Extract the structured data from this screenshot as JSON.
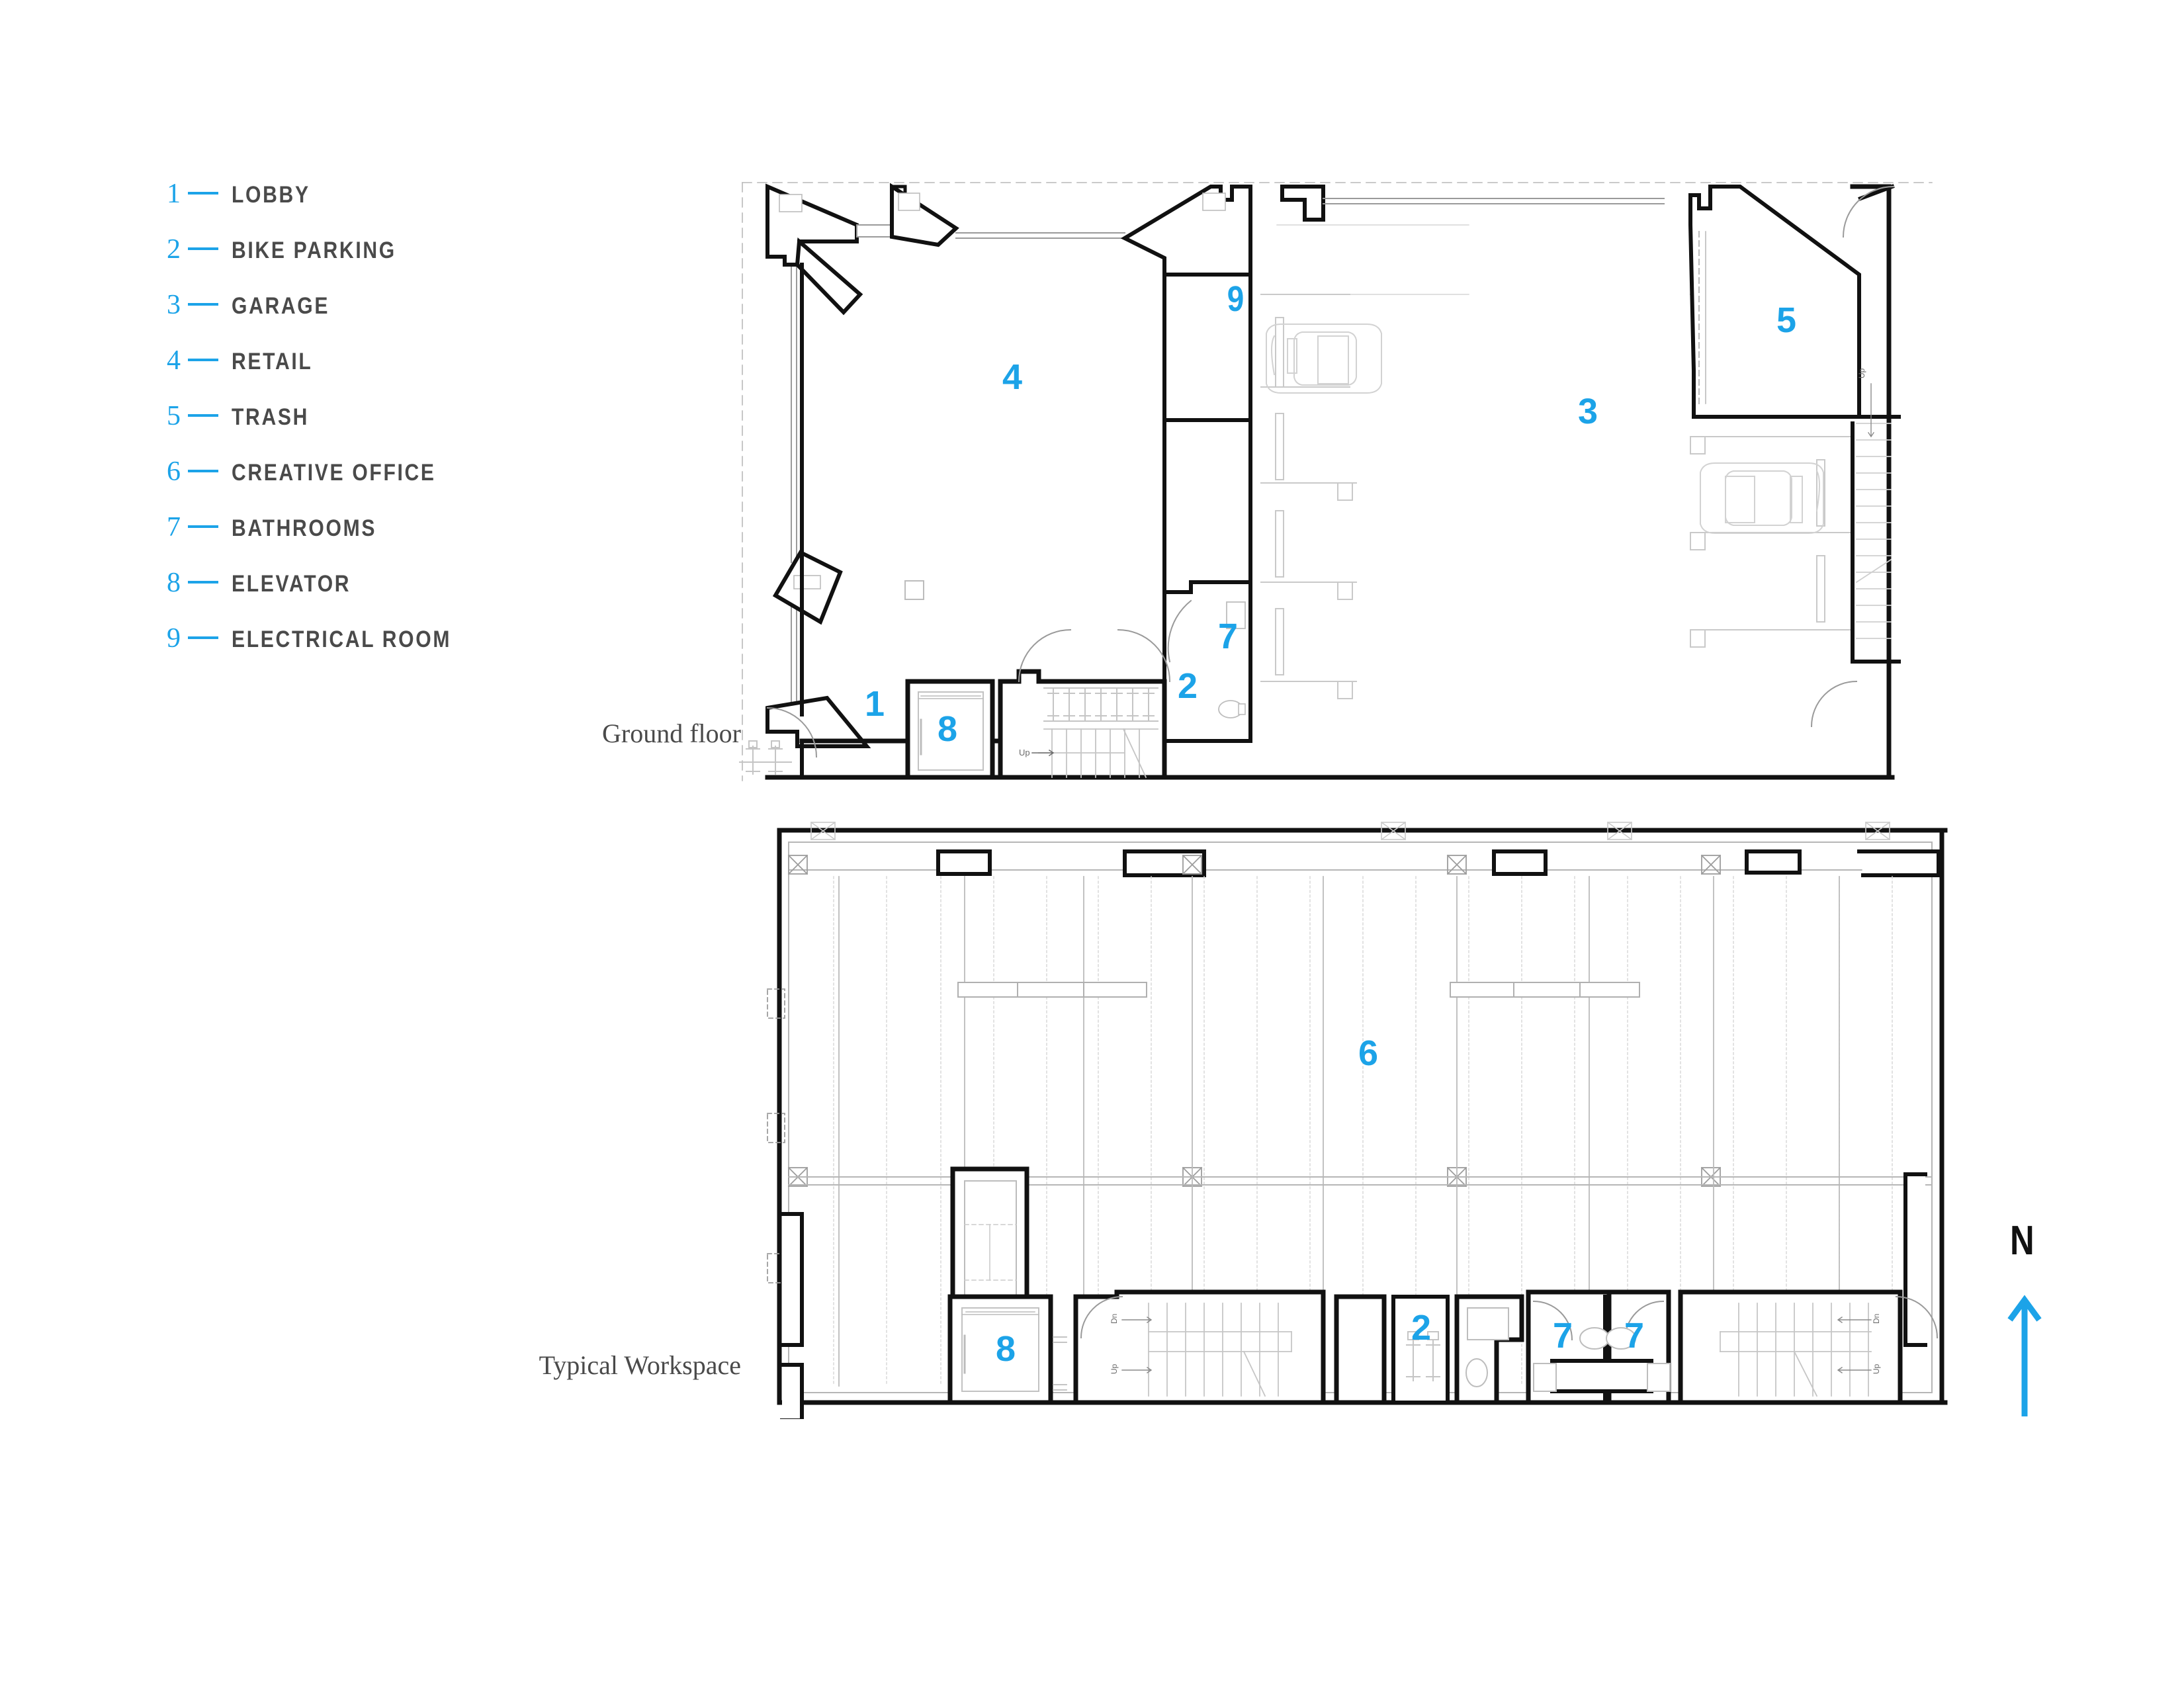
{
  "legend": {
    "items": [
      {
        "num": "1",
        "label": "LOBBY"
      },
      {
        "num": "2",
        "label": "BIKE PARKING"
      },
      {
        "num": "3",
        "label": "GARAGE"
      },
      {
        "num": "4",
        "label": "RETAIL"
      },
      {
        "num": "5",
        "label": "TRASH"
      },
      {
        "num": "6",
        "label": "CREATIVE OFFICE"
      },
      {
        "num": "7",
        "label": "BATHROOMS"
      },
      {
        "num": "8",
        "label": "ELEVATOR"
      },
      {
        "num": "9",
        "label": "ELECTRICAL ROOM"
      }
    ]
  },
  "plans": {
    "ground": {
      "caption": "Ground floor",
      "room_labels": [
        {
          "num": "9",
          "room": "ELECTRICAL ROOM"
        },
        {
          "num": "4",
          "room": "RETAIL"
        },
        {
          "num": "5",
          "room": "TRASH"
        },
        {
          "num": "3",
          "room": "GARAGE"
        },
        {
          "num": "7",
          "room": "BATHROOMS"
        },
        {
          "num": "2",
          "room": "BIKE PARKING"
        },
        {
          "num": "1",
          "room": "LOBBY"
        },
        {
          "num": "8",
          "room": "ELEVATOR"
        }
      ],
      "stair_annotations": [
        "Up",
        "Up"
      ]
    },
    "workspace": {
      "caption": "Typical Workspace",
      "room_labels": [
        {
          "num": "6",
          "room": "CREATIVE OFFICE"
        },
        {
          "num": "8",
          "room": "ELEVATOR"
        },
        {
          "num": "2",
          "room": "BIKE PARKING"
        },
        {
          "num": "7",
          "room": "BATHROOMS"
        },
        {
          "num": "7",
          "room": "BATHROOMS"
        }
      ],
      "stair_annotations": [
        "Dn",
        "Up",
        "Dn",
        "Up"
      ]
    }
  },
  "compass": {
    "letter": "N",
    "direction": "north"
  },
  "colors": {
    "accent_blue": "#1CA3E8",
    "label_gray": "#4a4a4a",
    "wall_black": "#111111",
    "thin_line": "#8a8a8a",
    "faint_line": "#c9c9c9",
    "background": "#ffffff"
  }
}
